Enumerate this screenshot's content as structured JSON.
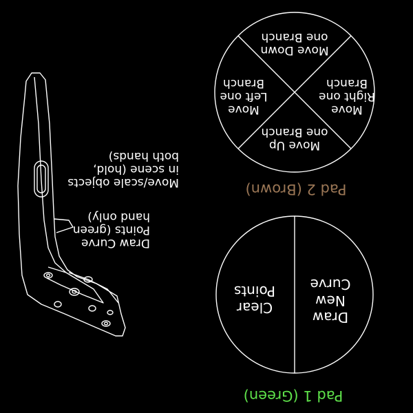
{
  "colors": {
    "background": "#000000",
    "foreground": "#ffffff",
    "pad_green": "#5ee04a",
    "pad_brown": "#9a7655"
  },
  "controller": {
    "icon": "vr-controller-icon",
    "callouts": {
      "trigger": [
        "Move/scale objects",
        "in scene (hold,",
        "both hands)"
      ],
      "grip": [
        "Draw Curve",
        "Points (green",
        "hand only)"
      ]
    }
  },
  "pad2": {
    "title": "Pad 2 (Brown)",
    "top": [
      "Move Down",
      "one Branch"
    ],
    "left": [
      "Move",
      "Left one",
      "Branch"
    ],
    "right": [
      "Move",
      "Right one",
      "Branch"
    ],
    "bottom": [
      "Move Up",
      "one Branch"
    ]
  },
  "pad1": {
    "title": "Pad 1 (Green)",
    "left": [
      "Clear",
      "Points"
    ],
    "right": [
      "Draw",
      "New",
      "Curve"
    ]
  }
}
